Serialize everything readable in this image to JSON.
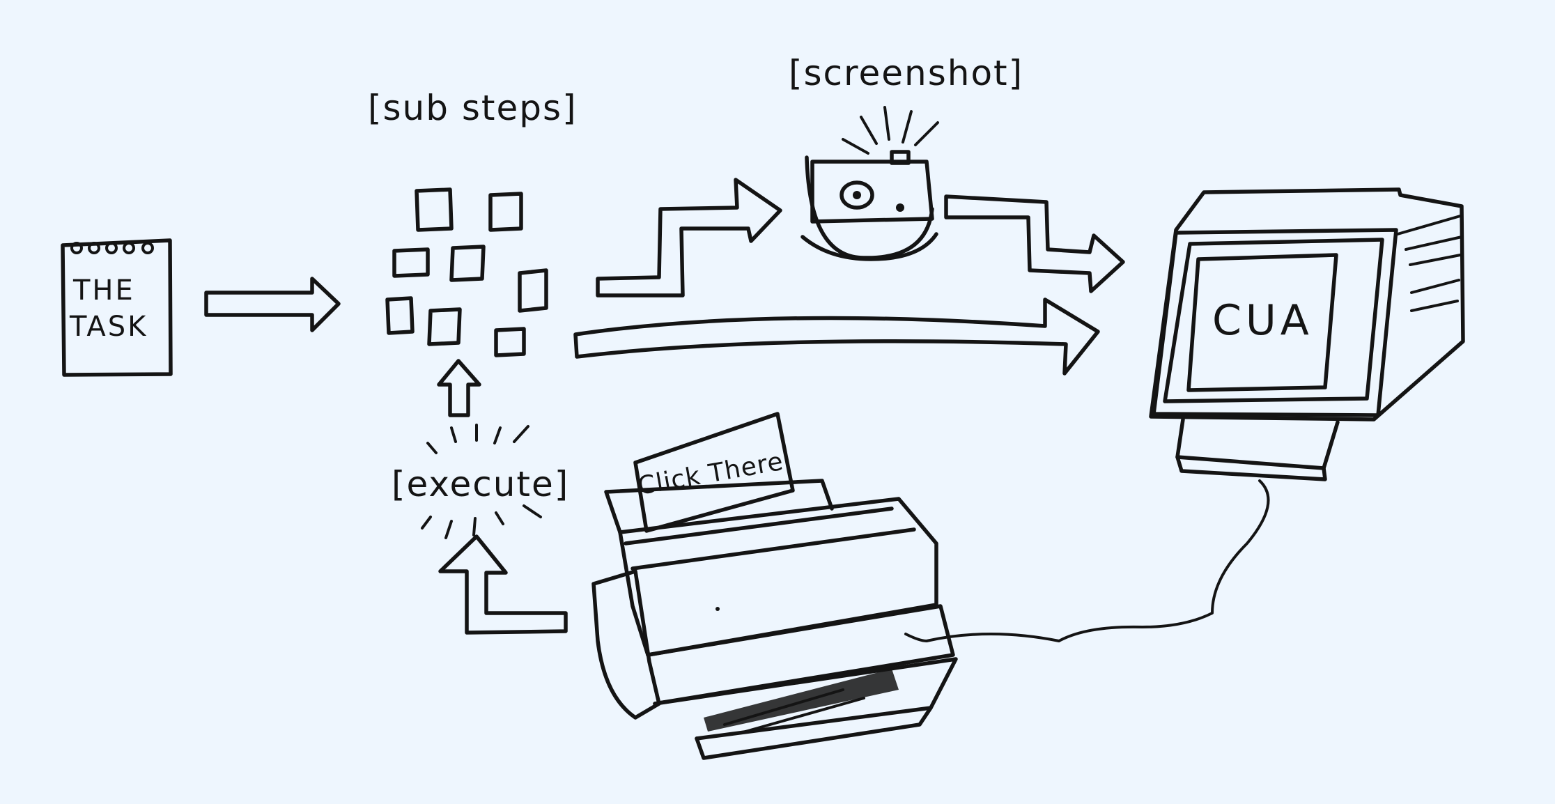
{
  "task_card": {
    "line1": "THE",
    "line2": "TASK"
  },
  "labels": {
    "substeps": "[sub steps]",
    "screenshot": "[screenshot]",
    "execute": "[execute]"
  },
  "printer_note": "Click There",
  "monitor_label": "CUA",
  "colors": {
    "background": "#eef6fe",
    "ink": "#141414"
  }
}
